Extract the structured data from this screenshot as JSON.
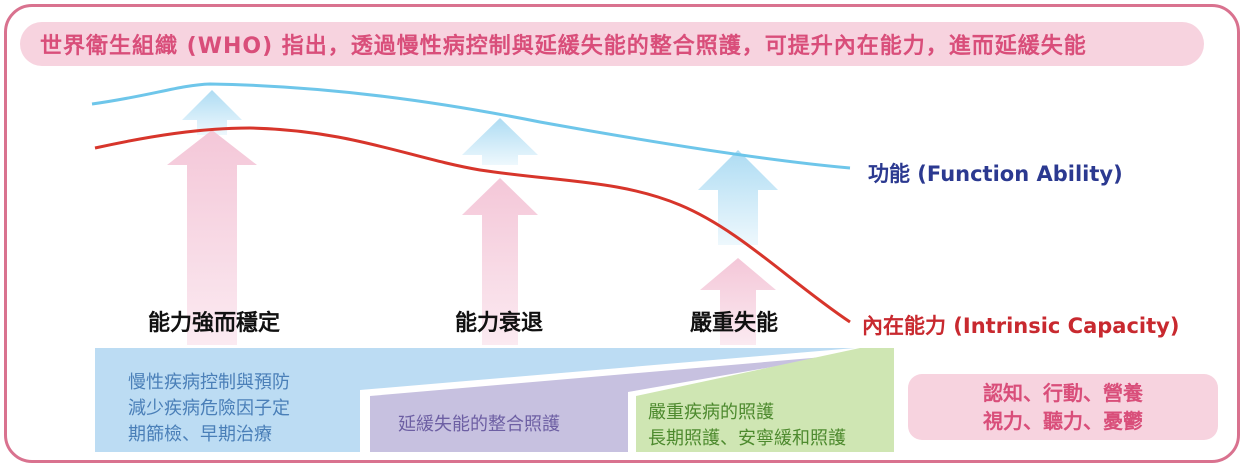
{
  "banner_text": "世界衛生組織 (WHO) 指出，透過慢性病控制與延緩失能的整合照護，可提升內在能力，進而延緩失能",
  "curves": {
    "function": {
      "label": "功能 (Function Ability)",
      "color": "#6ec6ea",
      "label_color": "#2b3990"
    },
    "intrinsic": {
      "label": "內在能力 (Intrinsic Capacity)",
      "color": "#d7352b",
      "label_color": "#c8292f"
    }
  },
  "stages": [
    {
      "label": "能力強而穩定"
    },
    {
      "label": "能力衰退"
    },
    {
      "label": "嚴重失能"
    }
  ],
  "bands": [
    {
      "lines": [
        "慢性疾病控制與預防",
        "減少疾病危險因子定",
        "期篩檢、早期治療"
      ],
      "color": "#bcdcf3",
      "text_color": "#4a7fb8"
    },
    {
      "lines": [
        "延緩失能的整合照護"
      ],
      "color": "#c7c1e0",
      "text_color": "#6d5fa3"
    },
    {
      "lines": [
        "嚴重疾病的照護",
        "長期照護、安寧緩和照護"
      ],
      "color": "#cfe6b3",
      "text_color": "#4d8a2e"
    }
  ],
  "factors": {
    "line1": "認知、行動、營養",
    "line2": "視力、聽力、憂鬱"
  }
}
